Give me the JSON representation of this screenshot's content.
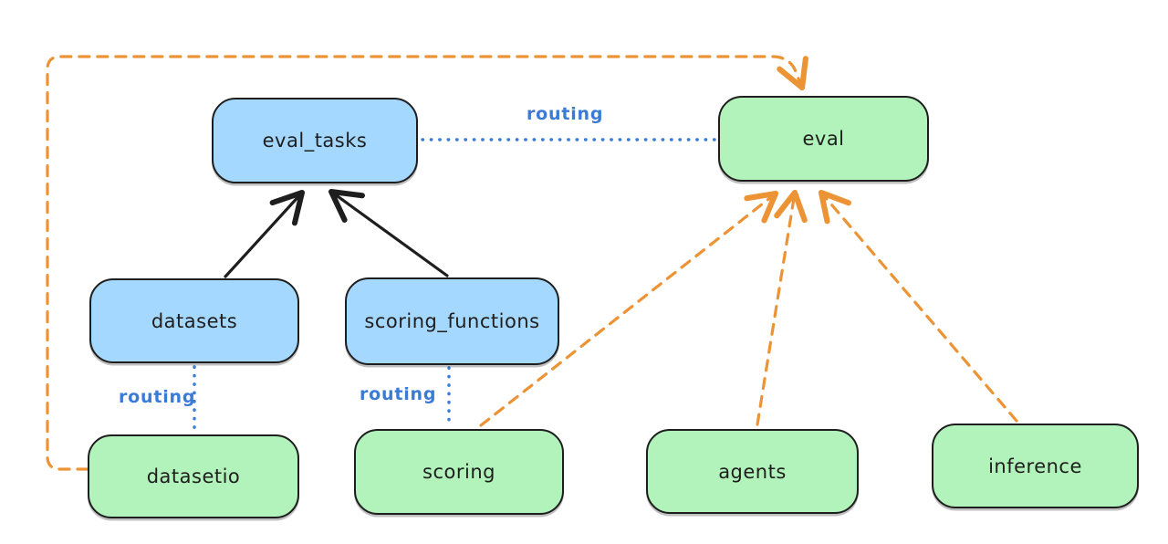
{
  "nodes": {
    "eval_tasks": {
      "label": "eval_tasks"
    },
    "eval": {
      "label": "eval"
    },
    "datasets": {
      "label": "datasets"
    },
    "scoring_functions": {
      "label": "scoring_functions"
    },
    "datasetio": {
      "label": "datasetio"
    },
    "scoring": {
      "label": "scoring"
    },
    "agents": {
      "label": "agents"
    },
    "inference": {
      "label": "inference"
    }
  },
  "edge_labels": {
    "eval_tasks_to_eval": "routing",
    "datasets_to_datasetio": "routing",
    "scoring_functions_to_scoring": "routing"
  },
  "colors": {
    "api_box_fill": "#a5d8ff",
    "provider_box_fill": "#b2f2bb",
    "box_stroke": "#1e1e1e",
    "solid_arrow": "#1e1e1e",
    "routing_blue": "#3a7bd5",
    "dashed_orange": "#ec9435",
    "background": "#ffffff"
  }
}
